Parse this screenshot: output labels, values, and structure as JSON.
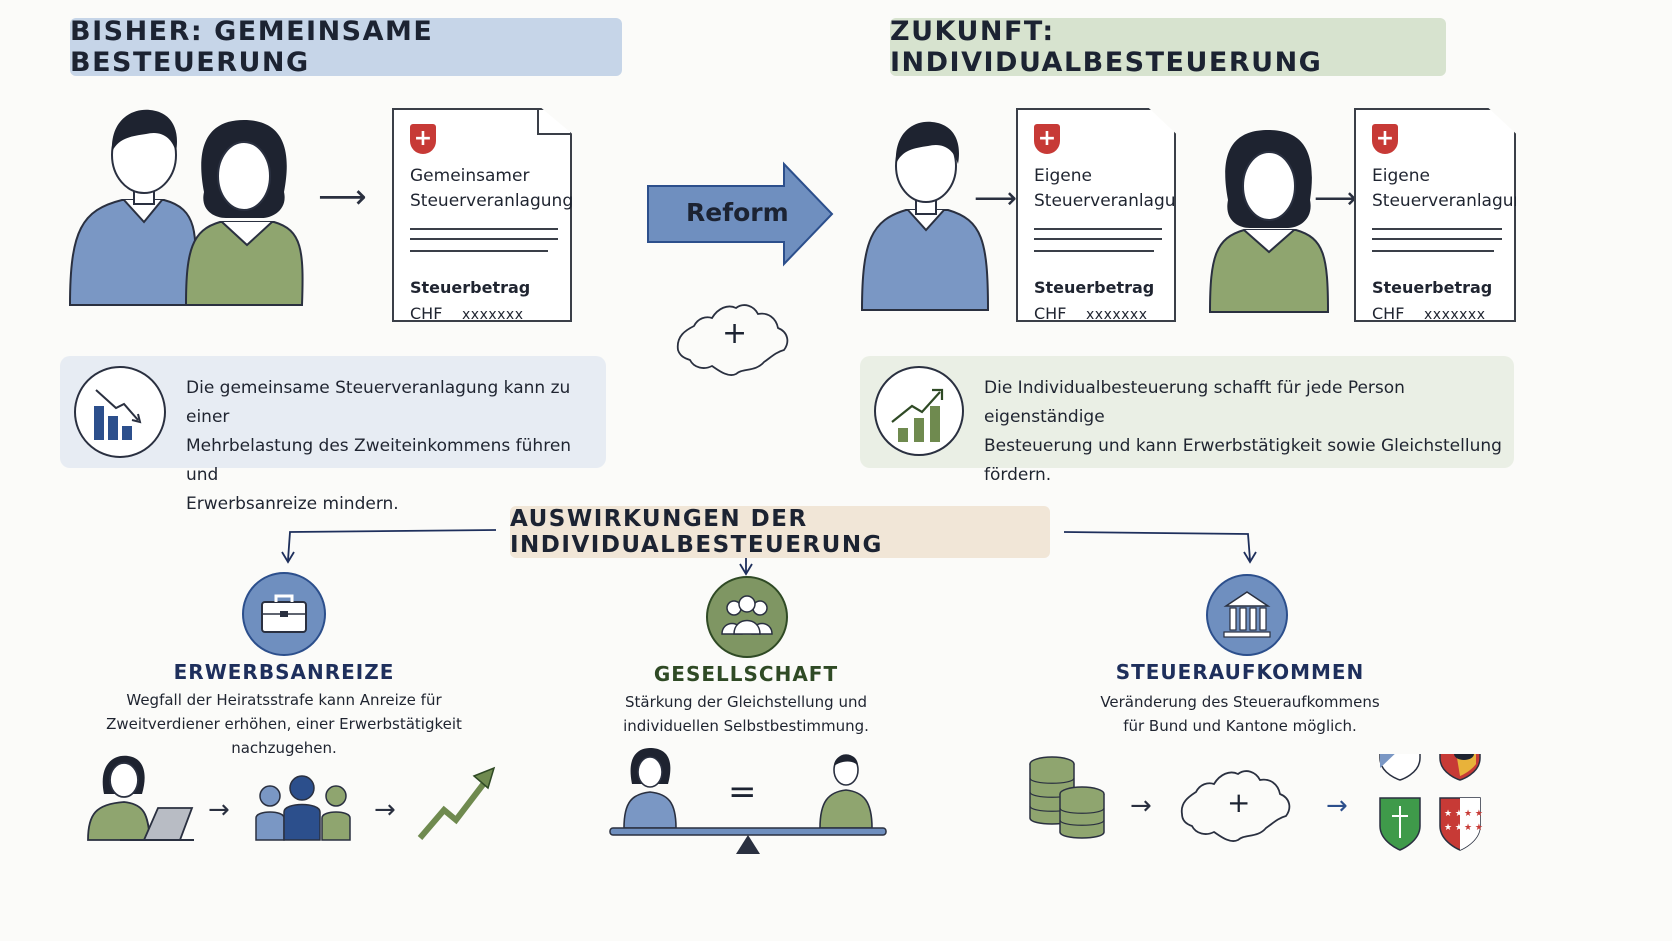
{
  "header_left": {
    "title": "BISHER: GEMEINSAME BESTEUERUNG"
  },
  "header_right": {
    "title": "ZUKUNFT: INDIVIDUALBESTEUERUNG"
  },
  "reform_arrow": {
    "label": "Reform"
  },
  "swiss_map_plus": "+",
  "doc_joint": {
    "title_line1": "Gemeinsamer",
    "title_line2": "Steuerveranlagung",
    "amount_label": "Steuerbetrag",
    "currency": "CHF",
    "amount": "xxxxxxx"
  },
  "doc_individual": [
    {
      "title_line1": "Eigene",
      "title_line2": "Steuerveranlagung",
      "amount_label": "Steuerbetrag",
      "currency": "CHF",
      "amount": "xxxxxxx"
    },
    {
      "title_line1": "Eigene",
      "title_line2": "Steuerveranlagung",
      "amount_label": "Steuerbetrag",
      "currency": "CHF",
      "amount": "xxxxxxx"
    }
  ],
  "info_left": {
    "line1": "Die gemeinsame Steuerveranlagung kann zu einer",
    "line2": "Mehrbelastung des Zweiteinkommens führen und",
    "line3": "Erwerbsanreize mindern."
  },
  "info_right": {
    "line1": "Die Individualbesteuerung schafft für jede Person eigenständige",
    "line2": "Besteuerung und kann Erwerbstätigkeit sowie Gleichstellung",
    "line3": "fördern."
  },
  "impacts_banner": {
    "title": "AUSWIRKUNGEN DER INDIVIDUALBESTEUERUNG"
  },
  "impacts": [
    {
      "title": "ERWERBSANREIZE",
      "line1": "Wegfall der Heiratsstrafe kann Anreize für",
      "line2": "Zweitverdiener erhöhen, einer Erwerbstätigkeit",
      "line3": "nachzugehen."
    },
    {
      "title": "GESELLSCHAFT",
      "line1": "Stärkung der Gleichstellung und",
      "line2": "individuellen Selbstbestimmung."
    },
    {
      "title": "STEUERAUFKOMMEN",
      "line1": "Veränderung des Steueraufkommens",
      "line2": "für Bund und Kantone möglich."
    }
  ],
  "equals_sign": "=",
  "colors": {
    "blue": "#6f8fbf",
    "blue_dark": "#2c4f8c",
    "green": "#8fa56f",
    "green_dark": "#2f4a25",
    "navy_title": "#1e2f5c",
    "banner_blue": "#c6d5e8",
    "banner_green": "#d7e3cf",
    "banner_sand": "#f1e6d7",
    "swiss_red": "#c73a36"
  },
  "icons": [
    "person-icon",
    "document-icon",
    "swiss-cross-icon",
    "chart-down-icon",
    "chart-up-icon",
    "briefcase-icon",
    "group-icon",
    "bank-icon",
    "coins-icon",
    "canton-shield-icon"
  ]
}
